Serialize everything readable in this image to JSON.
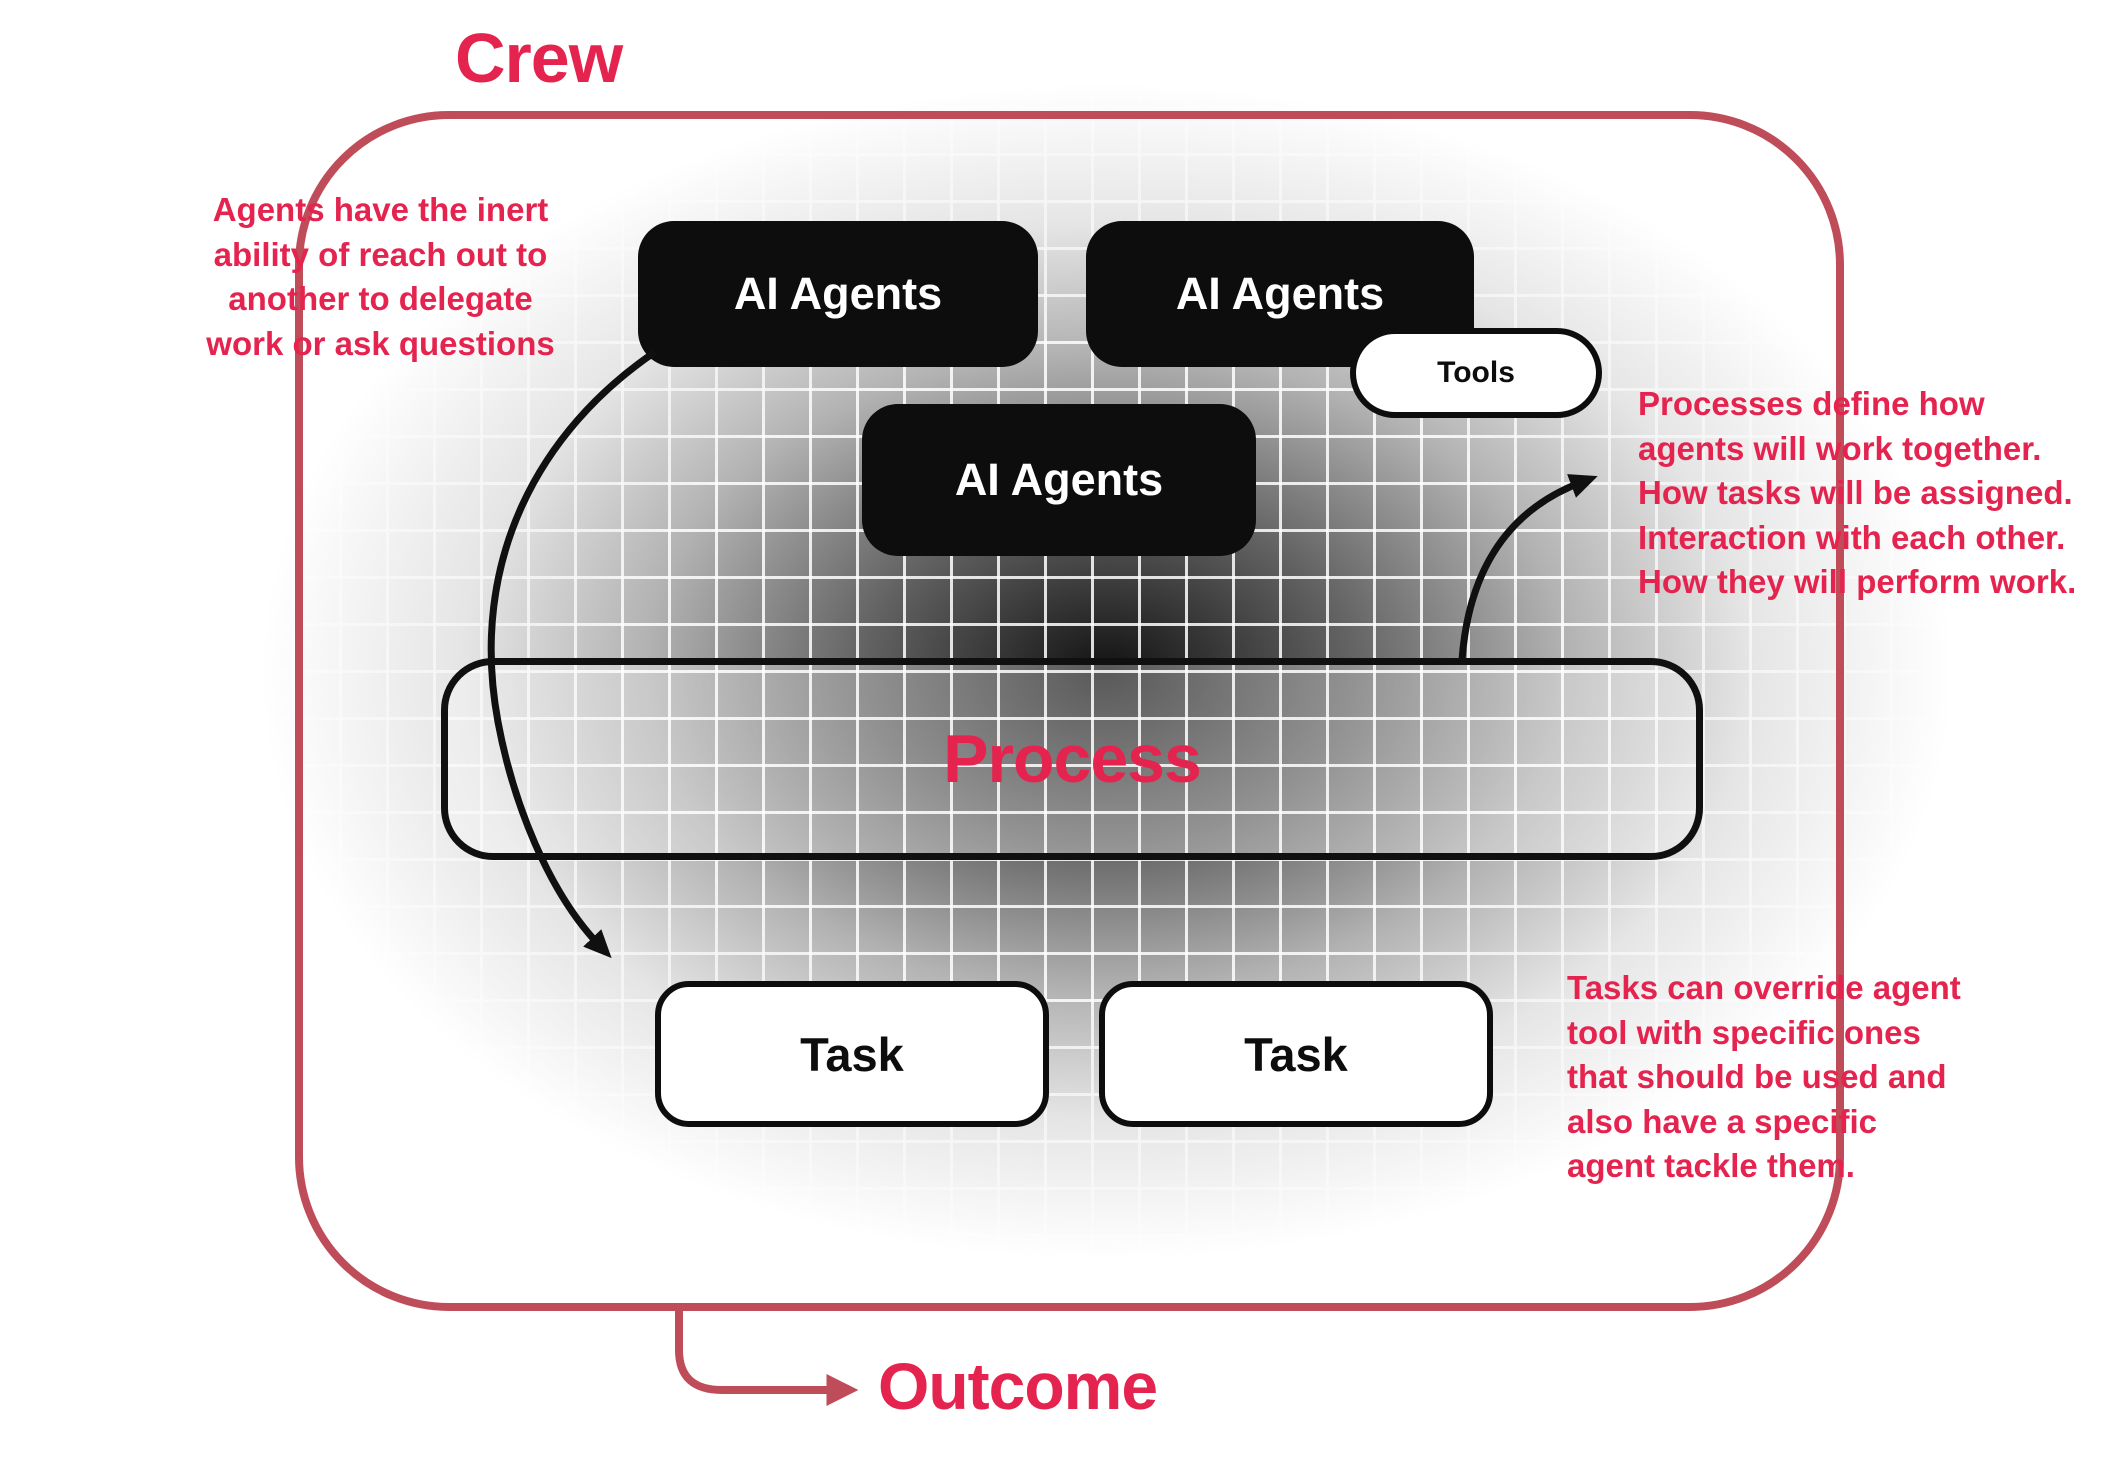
{
  "diagram": {
    "crew_label": "Crew",
    "outcome_label": "Outcome",
    "process_label": "Process",
    "tools_label": "Tools",
    "agent_boxes": [
      {
        "label": "AI Agents"
      },
      {
        "label": "AI Agents"
      },
      {
        "label": "AI Agents"
      }
    ],
    "task_boxes": [
      {
        "label": "Task"
      },
      {
        "label": "Task"
      }
    ],
    "notes": {
      "left": "Agents have the inert\nability of reach out to\nanother to delegate\nwork or ask questions",
      "right": "Processes define how\nagents will work together.\nHow tasks will be assigned.\nInteraction with each other.\nHow they will perform work.",
      "bottom_right": "Tasks can override agent\ntool with specific ones\nthat should be used and\nalso have a specific\nagent tackle them."
    },
    "colors": {
      "accent": "#e4234e",
      "frame": "#bf4d59",
      "ink": "#0d0d0d"
    }
  }
}
